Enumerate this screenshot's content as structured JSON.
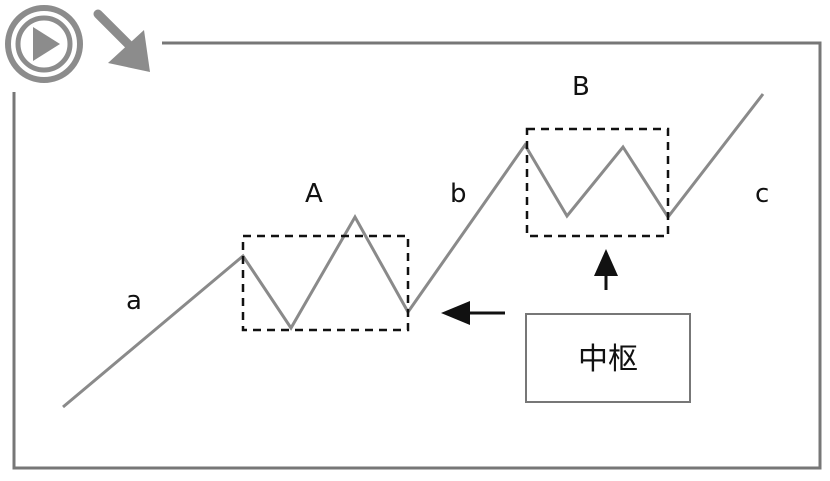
{
  "diagram": {
    "labels": {
      "a": "a",
      "b": "b",
      "c": "c",
      "A": "A",
      "B": "B"
    },
    "callout": "中枢"
  },
  "colors": {
    "frame": "#777777",
    "price_line": "#8a8a8a",
    "dashed_box": "#111111",
    "arrow": "#111111",
    "icon": "#8c8c8c"
  },
  "icons": [
    "play-icon",
    "arrow-down-right-icon"
  ]
}
